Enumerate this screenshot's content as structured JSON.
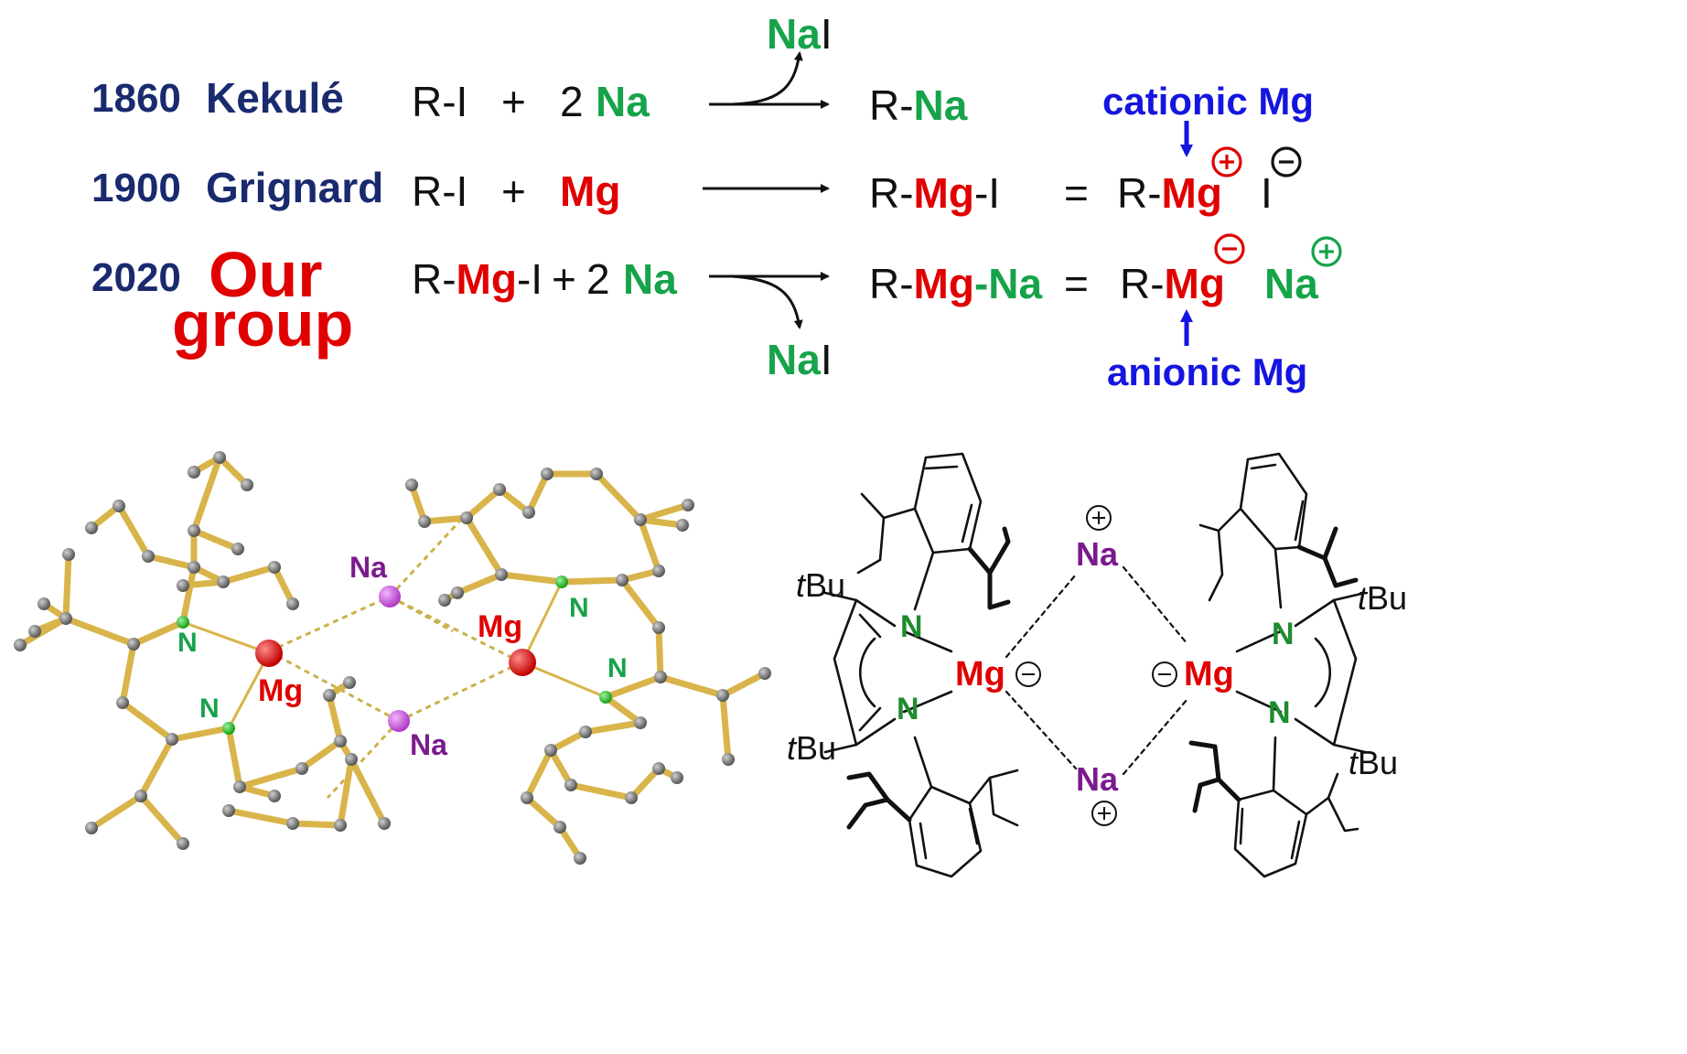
{
  "colors": {
    "navy": "#1a2a6e",
    "red": "#e00000",
    "green": "#16a34a",
    "blue": "#1515e0",
    "purple": "#7b1a8e",
    "gold": "#d9b44a",
    "gray": "#6b6b6b",
    "magenta": "#cc55dd"
  },
  "scheme": {
    "rows": [
      {
        "year": "1860",
        "name": "Kekulé"
      },
      {
        "year": "1900",
        "name": "Grignard"
      },
      {
        "year": "2020",
        "name_line1": "Our",
        "name_line2": "group"
      }
    ],
    "r1": {
      "r": "R-I",
      "plus": "+",
      "two": "2",
      "na": "Na",
      "p_r": "R-",
      "p_na": "Na",
      "by_na": "Na",
      "by_i": "I"
    },
    "r2": {
      "r": "R-I",
      "plus": "+",
      "mg": "Mg",
      "p_r": "R-",
      "p_mg": "Mg",
      "p_i": "-I",
      "eq": "=",
      "i_r": "R-",
      "i_mg": "Mg",
      "i_i": "I"
    },
    "r3": {
      "r": "R-",
      "mg": "Mg",
      "i": "-I",
      "plus": "+",
      "two": "2",
      "na": "Na",
      "p_r": "R-",
      "p_mg": "Mg",
      "p_dash": "-",
      "p_na": "Na",
      "eq": "=",
      "i_r": "R-",
      "i_mg": "Mg",
      "i_na": "Na",
      "by_na": "Na",
      "by_i": "I"
    },
    "cationic": "cationic Mg",
    "anionic": "anionic Mg",
    "plus_sign": "+",
    "minus_sign": "−"
  },
  "crystal": {
    "na_top": "Na",
    "na_bot": "Na",
    "mg_left": "Mg",
    "mg_right": "Mg",
    "n1": "N",
    "n2": "N",
    "n3": "N",
    "n4": "N"
  },
  "structure": {
    "tbu_tl_t": "t",
    "tbu_tl_b": "Bu",
    "tbu_bl_t": "t",
    "tbu_bl_b": "Bu",
    "tbu_tr_t": "t",
    "tbu_tr_b": "Bu",
    "tbu_br_t": "t",
    "tbu_br_b": "Bu",
    "n_l1": "N",
    "n_l2": "N",
    "n_r1": "N",
    "n_r2": "N",
    "mg_l": "Mg",
    "mg_r": "Mg",
    "na_t": "Na",
    "na_b": "Na"
  }
}
